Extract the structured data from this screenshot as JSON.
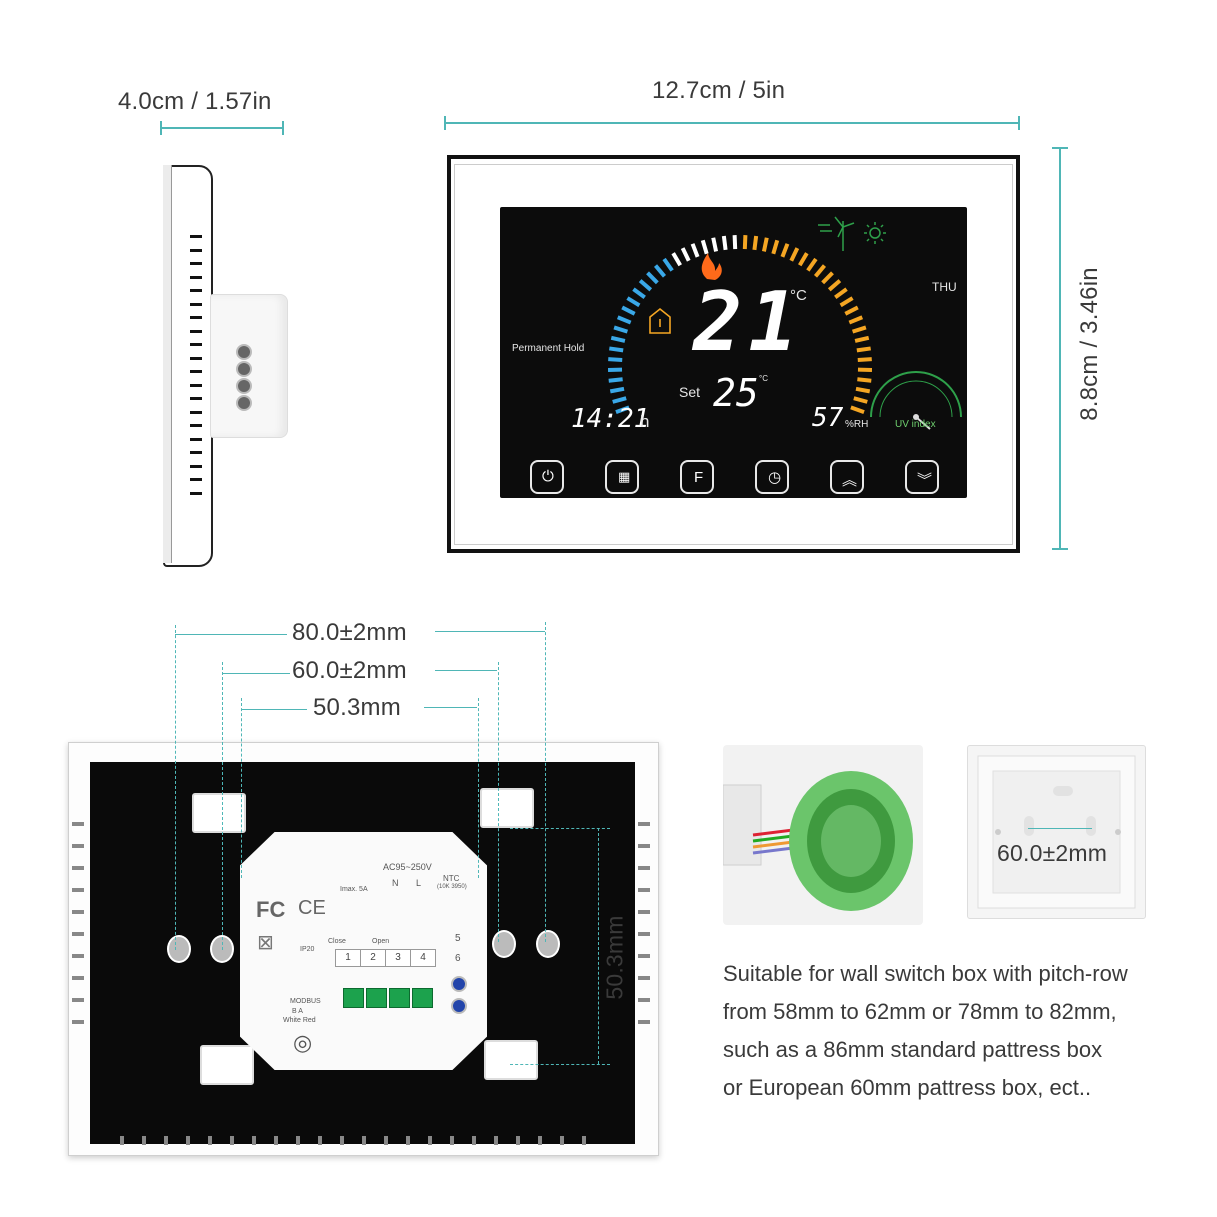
{
  "side_view": {
    "depth_label": "4.0cm / 1.57in"
  },
  "front_view": {
    "width_label": "12.7cm / 5in",
    "height_label": "8.8cm / 3.46in",
    "display": {
      "mode": "Permanent Hold",
      "day": "THU",
      "temperature": "21",
      "temp_unit": "°C",
      "set_label": "Set",
      "set_temperature": "25",
      "set_unit": "°C",
      "time": "14:21",
      "time_unit": "h",
      "humidity": "57",
      "humidity_unit": "%RH",
      "uv_label": "UV index",
      "icons": [
        "flame-icon",
        "wind-turbine-icon",
        "sun-icon",
        "house-icon",
        "uv-gauge-icon"
      ],
      "buttons": [
        {
          "name": "power-button",
          "icon": "power-icon"
        },
        {
          "name": "mode-button",
          "icon": "grid-icon"
        },
        {
          "name": "fan-button",
          "icon": "fan-f-icon"
        },
        {
          "name": "schedule-button",
          "icon": "clock-icon"
        },
        {
          "name": "up-button",
          "icon": "chevron-up-icon"
        },
        {
          "name": "down-button",
          "icon": "chevron-down-icon"
        }
      ],
      "arc_colors": {
        "cold": "#3aa8e8",
        "mid": "#ffffff",
        "warm": "#f5a623"
      }
    }
  },
  "back_view": {
    "dim_80": "80.0±2mm",
    "dim_60": "60.0±2mm",
    "dim_50_h": "50.3mm",
    "dim_50_v": "50.3mm",
    "module": {
      "power": "AC95~250V",
      "imax": "Imax. 5A",
      "n": "N",
      "l": "L",
      "ntc": "NTC",
      "ntc_sub": "(10K 3950)",
      "fc": "FC",
      "ce": "CE",
      "close": "Close",
      "open": "Open",
      "ip": "IP20",
      "modbus": "MODBUS",
      "ba": "B    A",
      "white_red": "White  Red",
      "terminals": [
        "1",
        "2",
        "3",
        "4"
      ],
      "side_terms": [
        "5",
        "6"
      ]
    }
  },
  "pattress": {
    "dim_label": "60.0±2mm"
  },
  "caption": {
    "lines": [
      "Suitable for wall switch box with pitch-row",
      "from 58mm to 62mm or 78mm to 82mm,",
      "such as a 86mm standard pattress box",
      "or European 60mm pattress box, ect.."
    ]
  }
}
